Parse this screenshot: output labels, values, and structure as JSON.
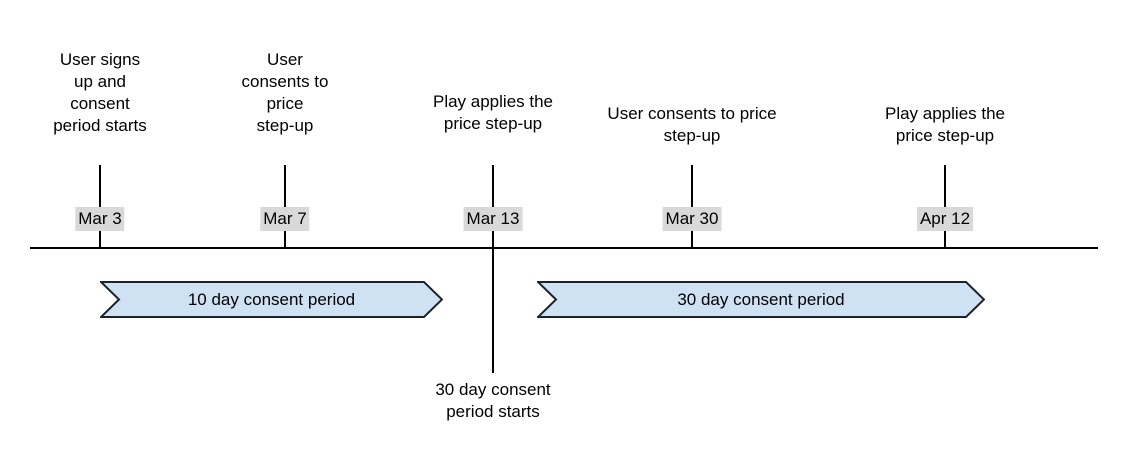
{
  "colors": {
    "banner_fill": "#cfe2f3",
    "banner_stroke": "#1c2228",
    "date_chip_bg": "#d9d9d9",
    "line_color": "#000000"
  },
  "events": [
    {
      "date": "Mar 3",
      "label": "User signs\nup and\nconsent\nperiod starts"
    },
    {
      "date": "Mar 7",
      "label": "User\nconsents to\nprice\nstep-up"
    },
    {
      "date": "Mar 13",
      "label": "Play applies the\nprice step-up",
      "note_below": "30 day consent\nperiod starts"
    },
    {
      "date": "Mar 30",
      "label": "User consents to price\nstep-up"
    },
    {
      "date": "Apr 12",
      "label": "Play applies the\nprice step-up"
    }
  ],
  "banners": [
    {
      "label": "10 day consent period"
    },
    {
      "label": "30 day consent period"
    }
  ]
}
